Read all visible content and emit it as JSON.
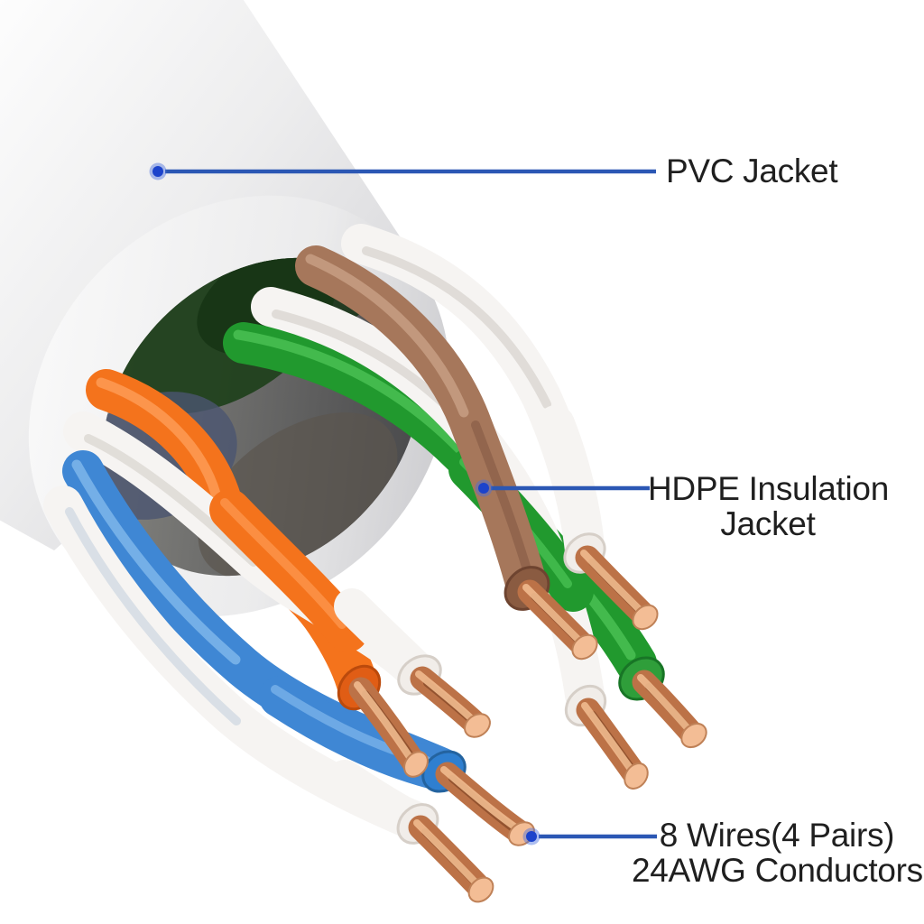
{
  "background_color": "#ffffff",
  "accent_color": "#2b57b4",
  "text_color": "#1f1f1f",
  "illustration": {
    "subject": "Ethernet cable cutaway showing jacket, insulation and conductors",
    "jacket_color": "#ededef",
    "opening_shadow_color": "#4a4a4e",
    "wire_colors": {
      "orange": "#f4731c",
      "green": "#21992e",
      "blue": "#3f87d4",
      "brown": "#a6775b",
      "white": "#f6f4f2",
      "copper": "#bc7247"
    }
  },
  "callouts": [
    {
      "id": "pvc-jacket",
      "lines": [
        "PVC Jacket"
      ]
    },
    {
      "id": "hdpe-insulation",
      "lines": [
        "HDPE Insulation",
        "Jacket"
      ]
    },
    {
      "id": "conductors",
      "lines": [
        "8 Wires(4 Pairs)",
        "24AWG Conductors"
      ]
    }
  ]
}
